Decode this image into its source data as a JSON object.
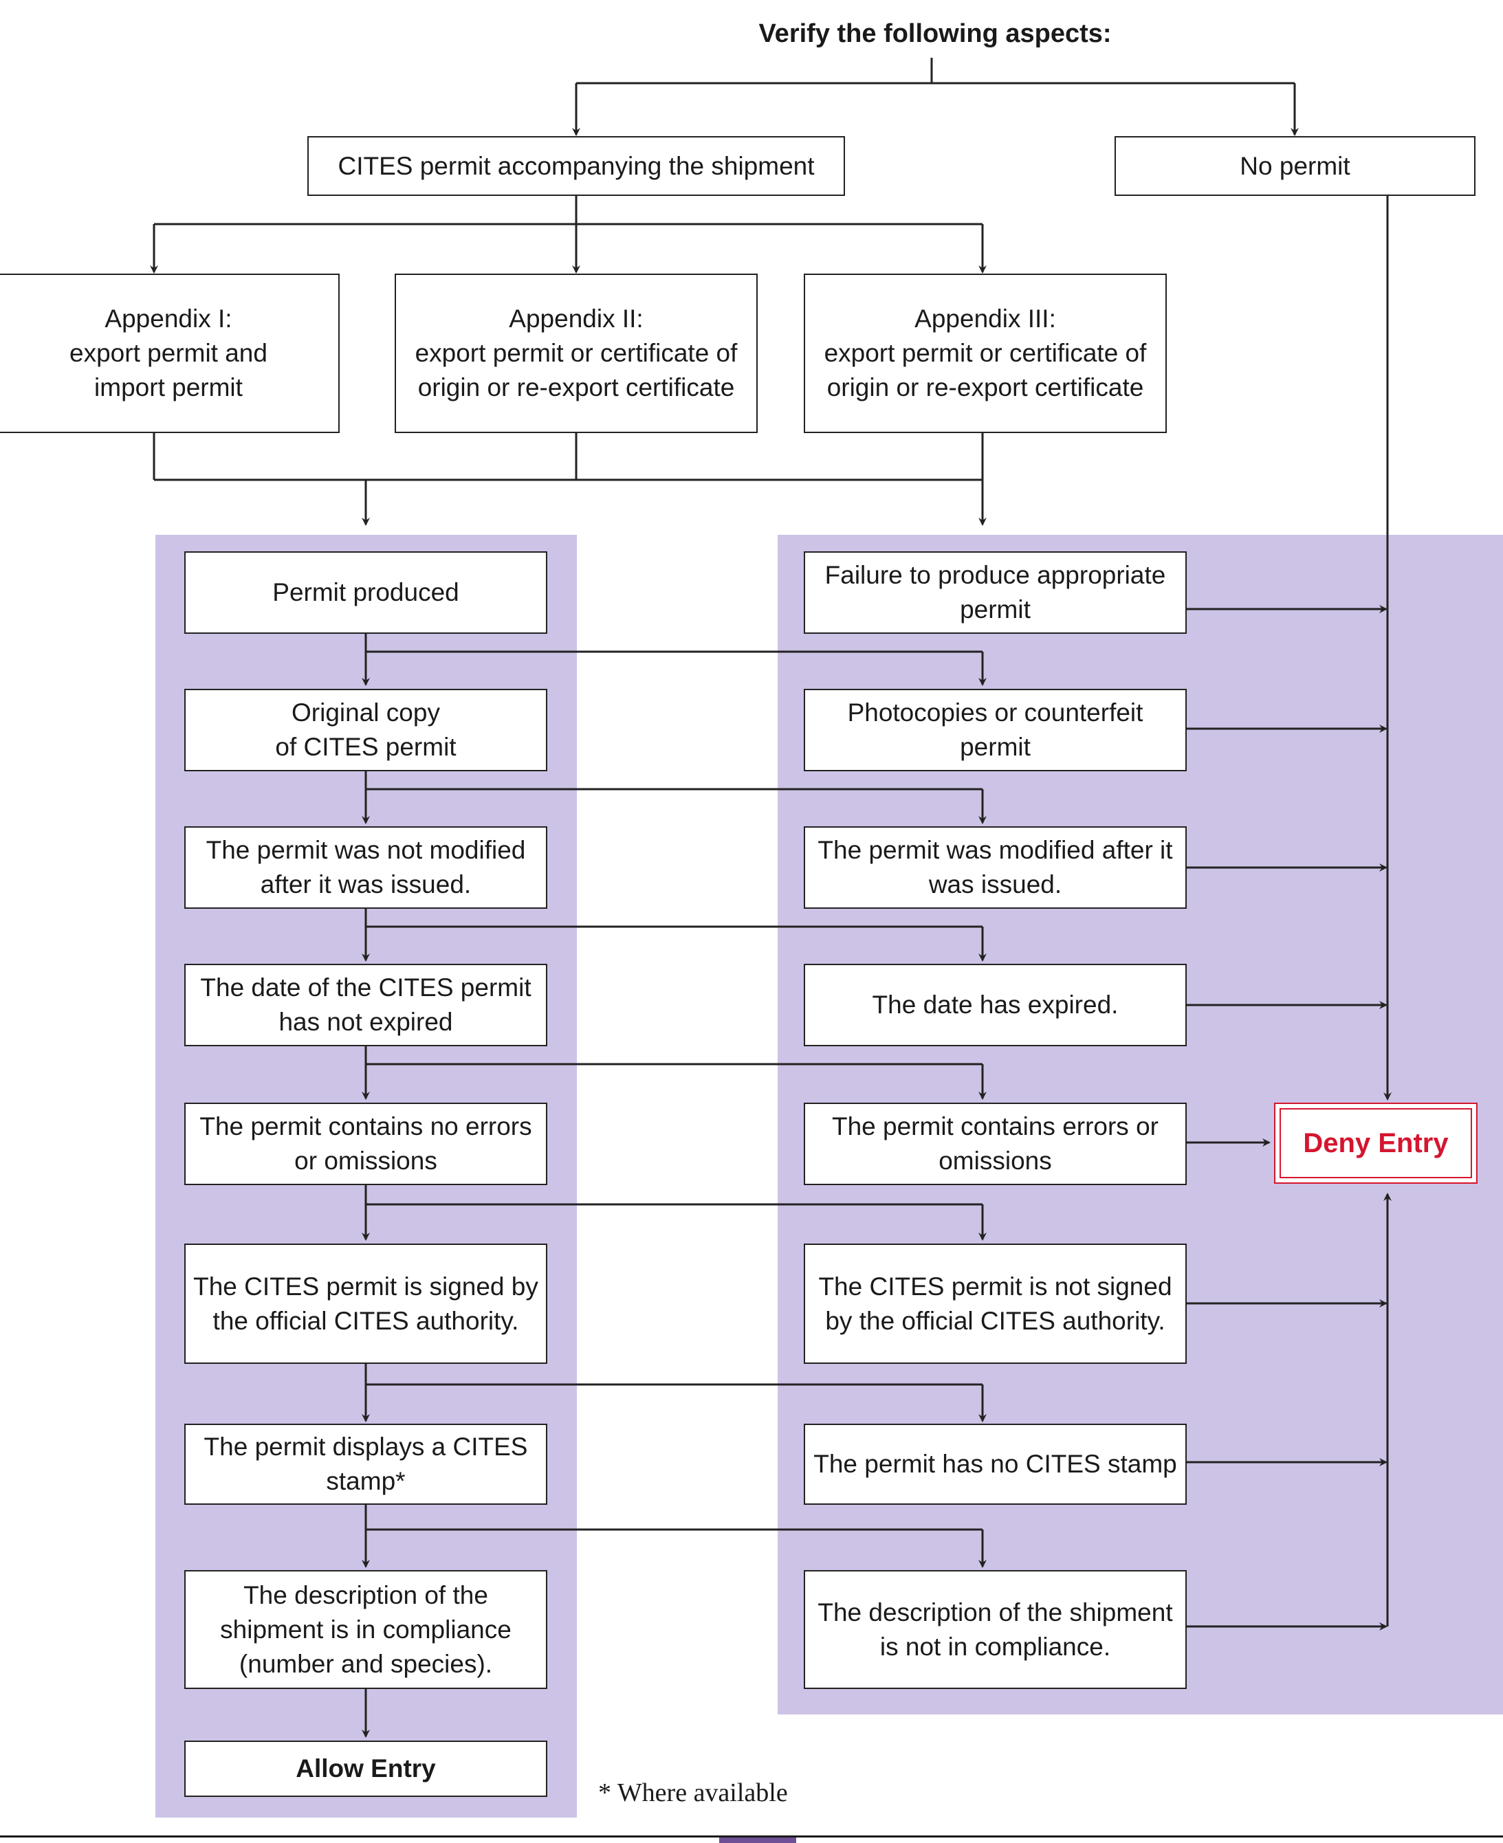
{
  "title": "Verify the following aspects:",
  "top": {
    "permit": "CITES permit accompanying the shipment",
    "no_permit": "No permit"
  },
  "appendices": [
    "Appendix I:\nexport permit and\nimport permit",
    "Appendix II:\nexport permit or certificate of\norigin or re-export certificate",
    "Appendix III:\nexport permit or certificate of\norigin or re-export certificate"
  ],
  "left_checks": [
    "Permit produced",
    "Original copy\nof CITES permit",
    "The permit was not modified\nafter it was issued.",
    "The date of the CITES permit\nhas not expired",
    "The permit contains no errors\nor omissions",
    "The CITES permit is signed by\nthe official CITES authority.",
    "The permit displays a CITES\nstamp*",
    "The description of the\nshipment is in compliance\n(number and species)."
  ],
  "right_checks": [
    "Failure to produce appropriate\npermit",
    "Photocopies or counterfeit\npermit",
    "The permit was modified after it\nwas issued.",
    "The date has expired.",
    "The permit contains errors or\nomissions",
    "The CITES permit is not signed\nby the official CITES authority.",
    "The permit has no CITES stamp",
    "The description of the shipment\nis not in compliance."
  ],
  "allow_entry": "Allow Entry",
  "deny_entry": "Deny Entry",
  "footnote": "* Where available",
  "colors": {
    "panel": "#cdc3e6",
    "deny": "#d5152f",
    "line": "#222222",
    "tab": "#6f4f96"
  }
}
